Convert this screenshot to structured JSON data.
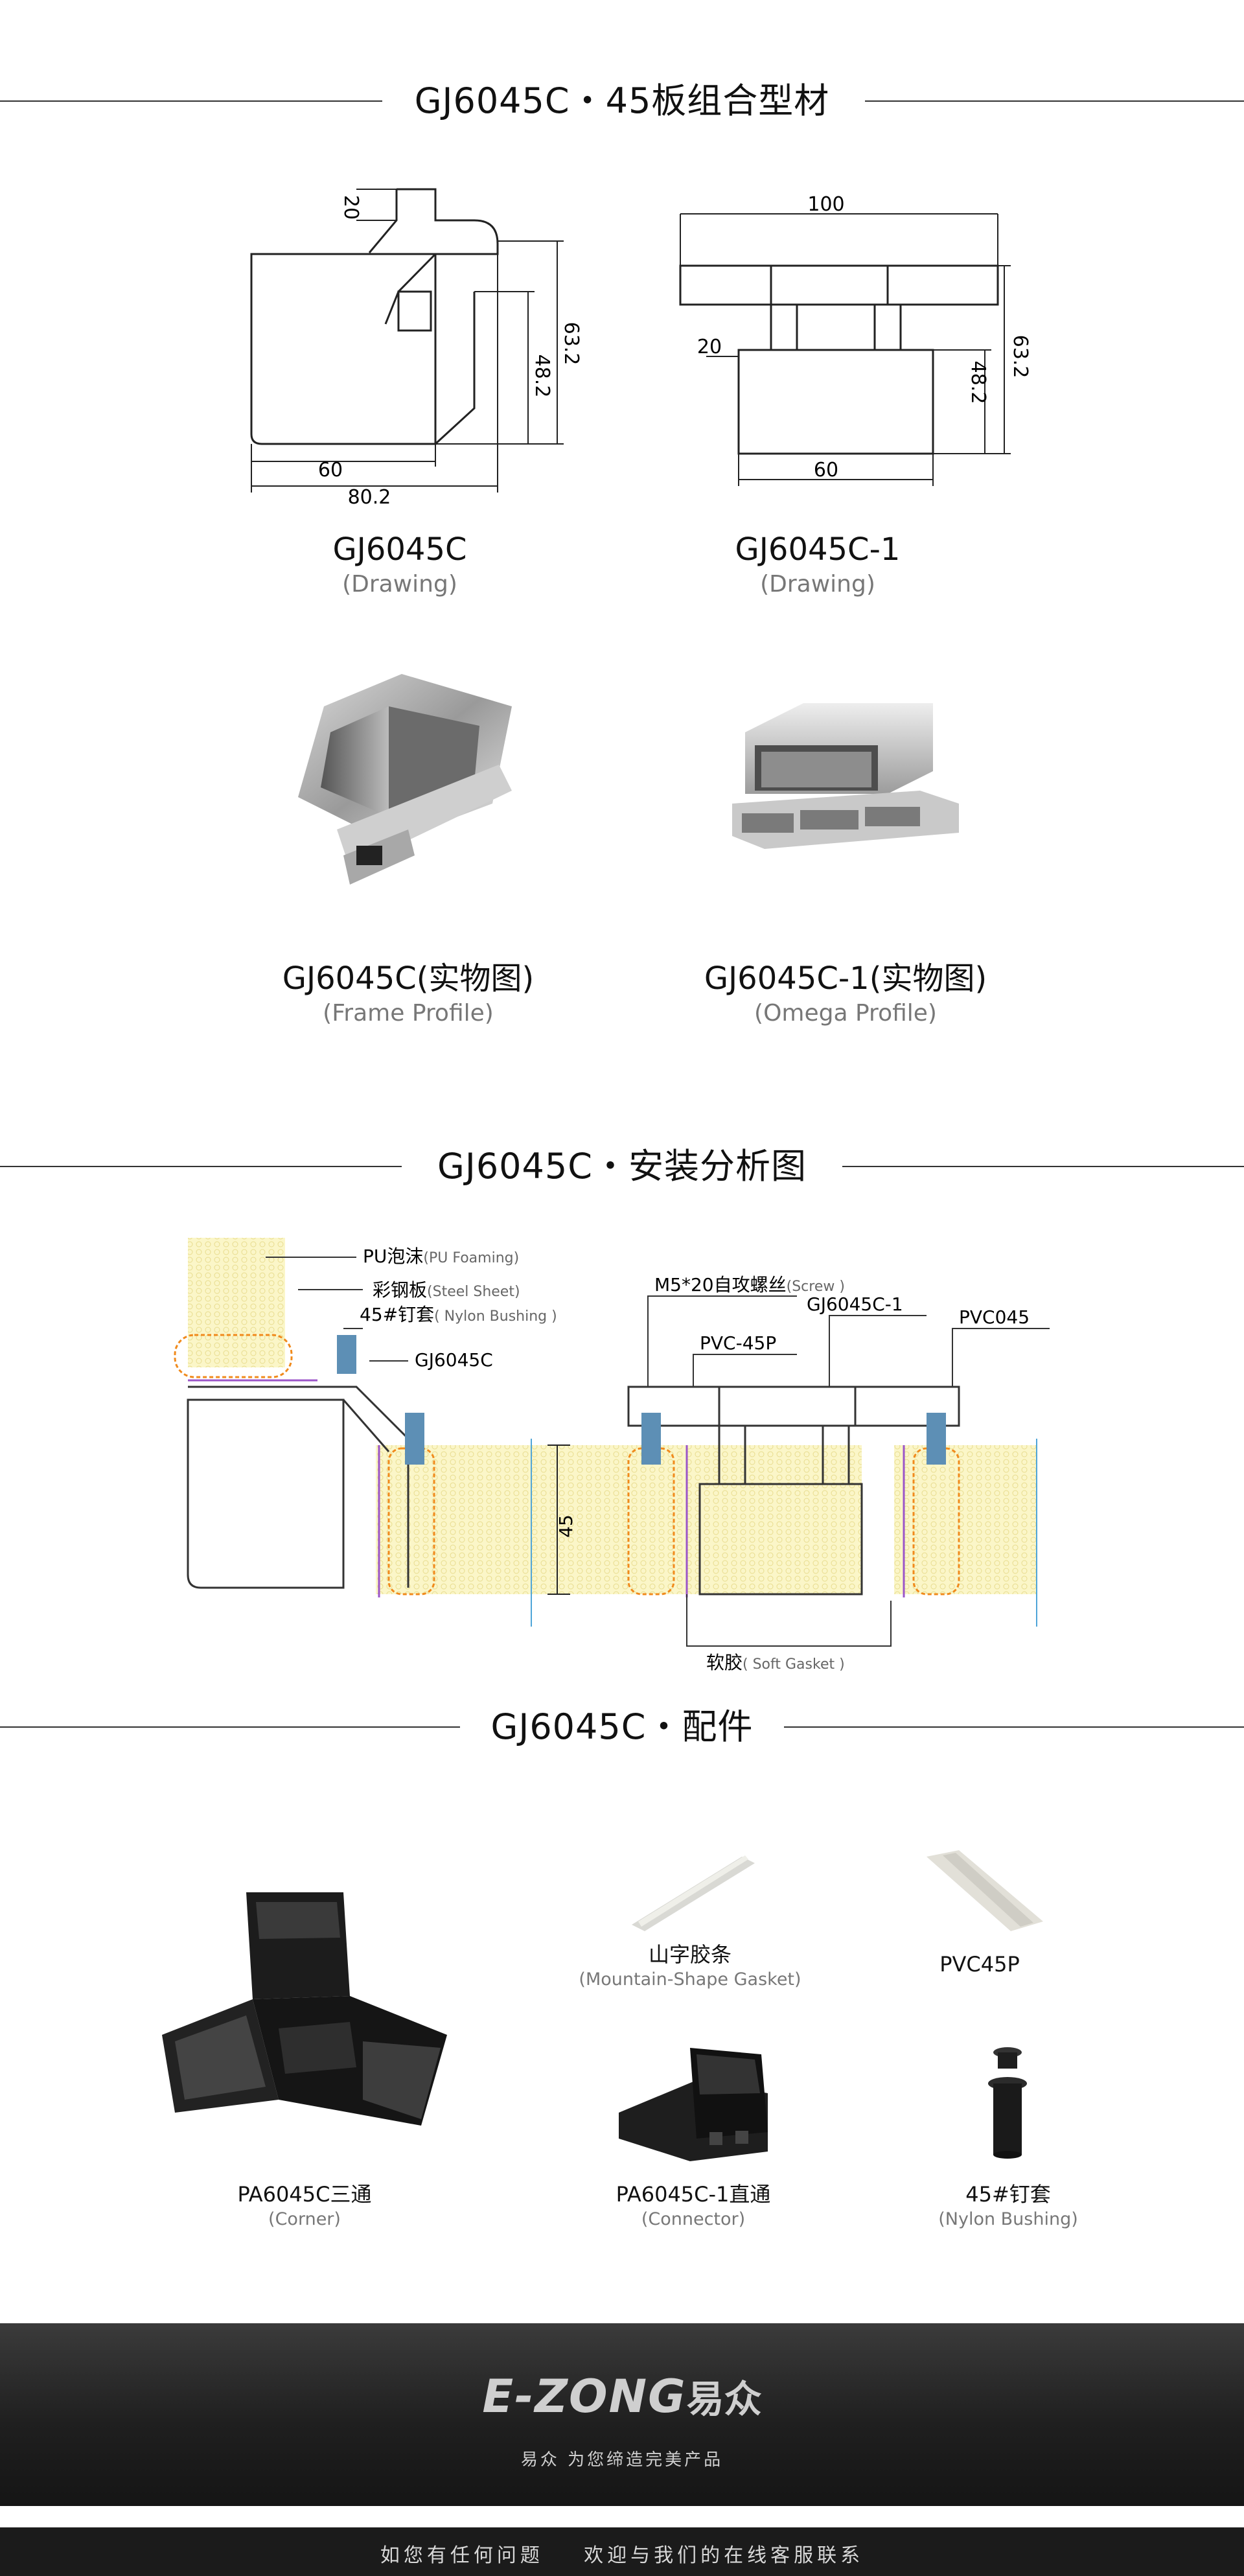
{
  "sections": {
    "s1_title": "GJ6045C・45板组合型材",
    "s2_title": "GJ6045C・安装分析图",
    "s3_title": "GJ6045C・配件"
  },
  "drawings": {
    "left": {
      "name": "GJ6045C",
      "sub": "(Drawing)",
      "dims": [
        "20",
        "63.2",
        "48.2",
        "60",
        "80.2"
      ]
    },
    "right": {
      "name": "GJ6045C-1",
      "sub": "(Drawing)",
      "dims": [
        "100",
        "20",
        "48.2",
        "63.2",
        "60"
      ]
    }
  },
  "photos": {
    "left": {
      "name": "GJ6045C(实物图)",
      "sub": "(Frame Profile)"
    },
    "right": {
      "name": "GJ6045C-1(实物图)",
      "sub": "(Omega Profile)"
    }
  },
  "install": {
    "labels": {
      "pu_cn": "PU泡沫",
      "pu_en": "(PU Foaming)",
      "steel_cn": "彩钢板",
      "steel_en": "(Steel Sheet)",
      "nylon_cn": "45#钉套",
      "nylon_en": "( Nylon Bushing )",
      "gj": "GJ6045C",
      "screw_cn": "M5*20自攻螺丝",
      "screw_en": "(Screw )",
      "gj1": "GJ6045C-1",
      "pvc45p": "PVC-45P",
      "pvc045": "PVC045",
      "dim45": "45",
      "gasket_cn": "软胶",
      "gasket_en": "( Soft Gasket )"
    }
  },
  "parts": [
    {
      "name": "PA6045C三通",
      "sub": "(Corner)"
    },
    {
      "name": "山字胶条",
      "sub": "(Mountain-Shape Gasket)"
    },
    {
      "name": "PVC45P",
      "sub": ""
    },
    {
      "name": "PA6045C-1直通",
      "sub": "(Connector)"
    },
    {
      "name": "45#钉套",
      "sub": "(Nylon Bushing)"
    }
  ],
  "footer": {
    "logo": "E-ZONG",
    "logo_cn": "易众",
    "slogan": "易众 为您缔造完美产品",
    "contact": "如您有任何问题    欢迎与我们的在线客服联系"
  },
  "colors": {
    "foam": "#fbf6c8",
    "orange": "#f08a1c",
    "violet": "#9b55c8",
    "footer_bg": "#222222"
  }
}
